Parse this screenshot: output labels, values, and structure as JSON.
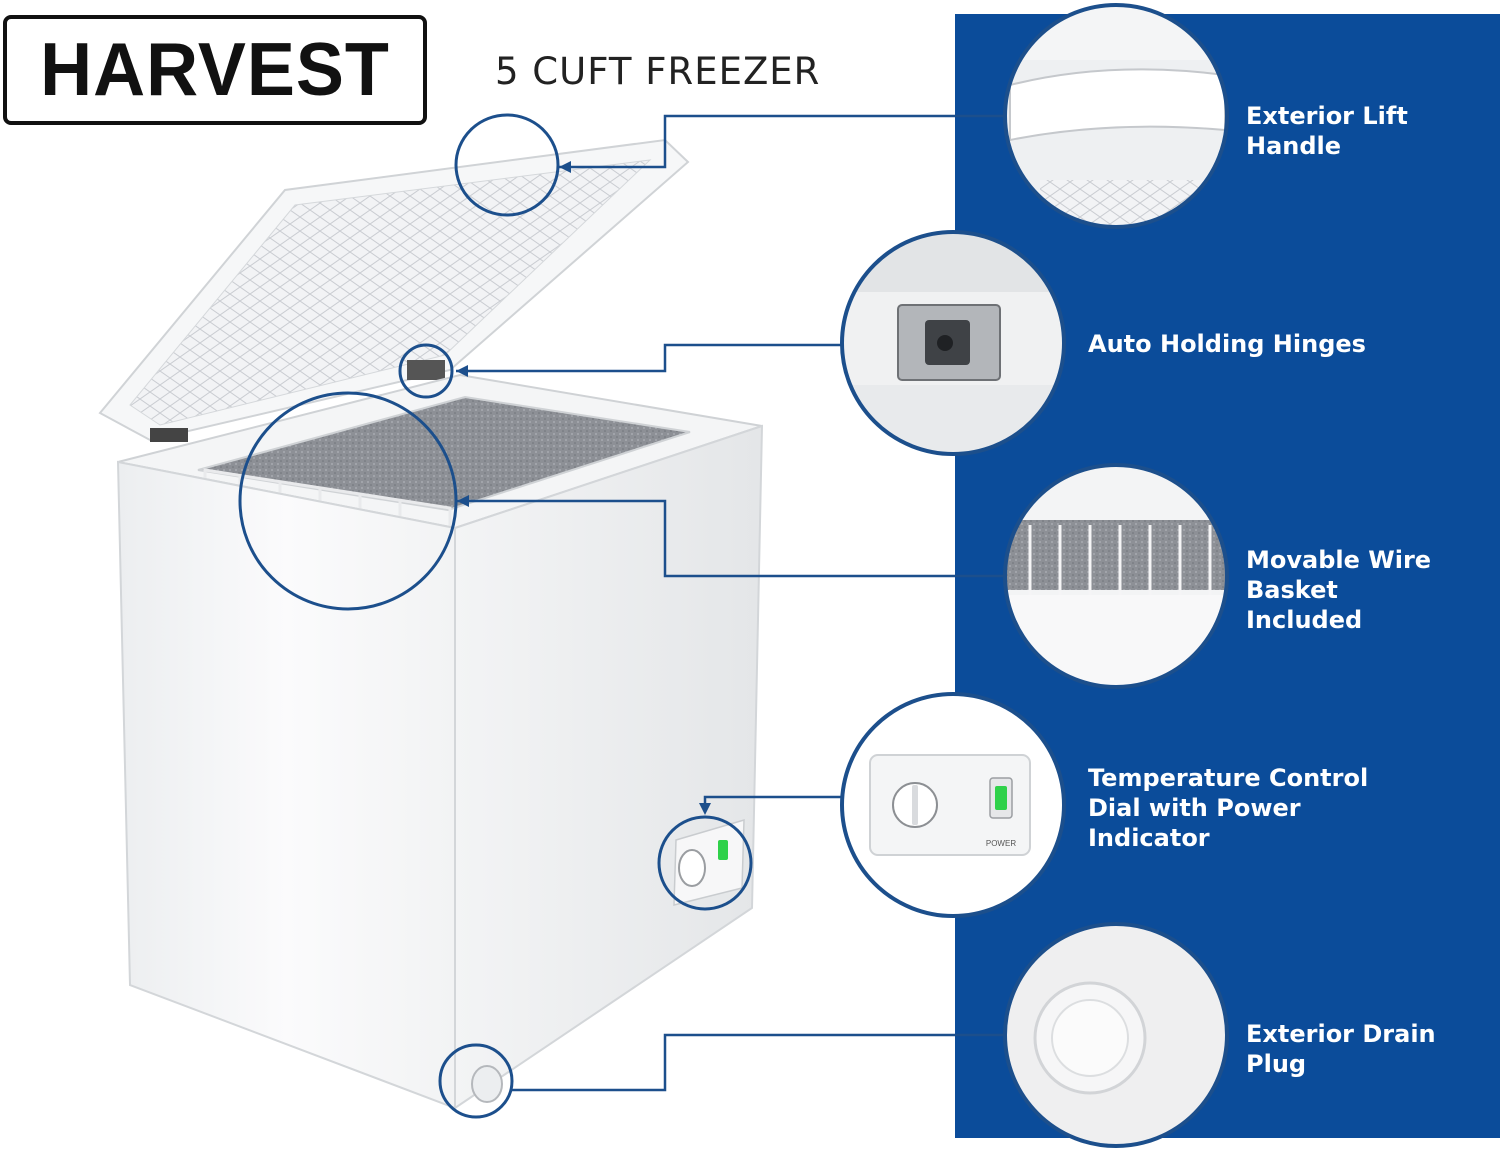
{
  "brand": {
    "logo_text": "HARVEST"
  },
  "product": {
    "title": "5 CUFT FREEZER"
  },
  "colors": {
    "panel": "#0b4c9a",
    "callout": "#1c4f8c",
    "power_light": "#2fd14a"
  },
  "features": [
    {
      "label": "Exterior Lift Handle",
      "icon": "lift-handle"
    },
    {
      "label": "Auto Holding Hinges",
      "icon": "hinge"
    },
    {
      "label": "Movable Wire Basket Included",
      "icon": "wire-basket"
    },
    {
      "label": "Temperature Control Dial with Power Indicator",
      "icon": "temperature-dial"
    },
    {
      "label": "Exterior Drain Plug",
      "icon": "drain-plug"
    }
  ],
  "dial": {
    "power_label": "POWER"
  }
}
